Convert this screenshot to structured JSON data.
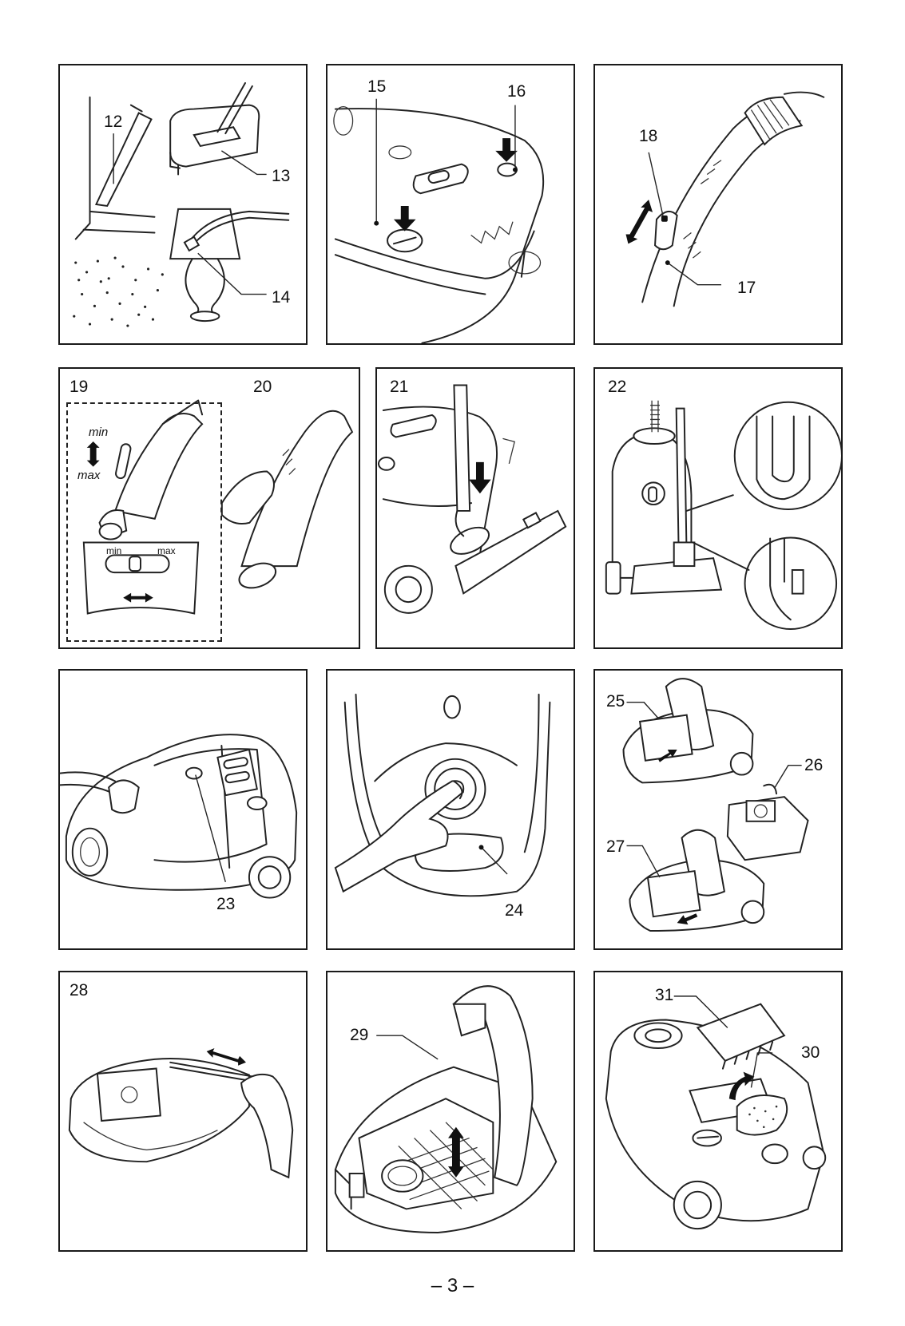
{
  "labels": {
    "l12": "12",
    "l13": "13",
    "l14": "14",
    "l15": "15",
    "l16": "16",
    "l17": "17",
    "l18": "18",
    "l19": "19",
    "l20": "20",
    "l21": "21",
    "l22": "22",
    "l23": "23",
    "l24": "24",
    "l25": "25",
    "l26": "26",
    "l27": "27",
    "l28": "28",
    "l29": "29",
    "l30": "30",
    "l31": "31"
  },
  "fig19": {
    "min_label": "min",
    "max_label": "max",
    "dial_min": "min",
    "dial_max": "max"
  },
  "footer": {
    "page_number": "– 3 –"
  }
}
